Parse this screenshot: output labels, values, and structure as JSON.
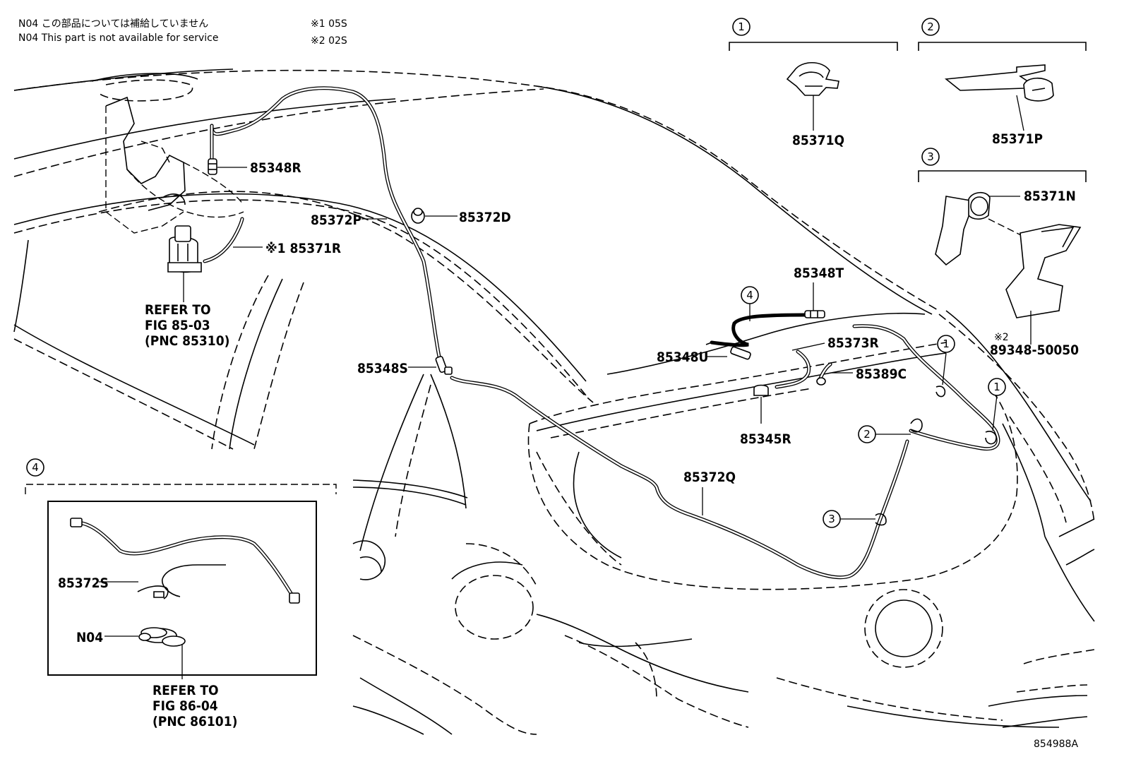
{
  "notes": {
    "n04_jp": "N04  この部品については補給していません",
    "n04_en": "N04  This part is not available for service",
    "mark1": "※1 05S",
    "mark2": "※2 02S"
  },
  "labels": {
    "p85348R": "85348R",
    "p85372P": "85372P",
    "p85372D": "85372D",
    "p85371R": "※1 85371R",
    "refer1_a": "REFER TO",
    "refer1_b": "FIG 85-03",
    "refer1_c": "(PNC 85310)",
    "p85348S": "85348S",
    "p85348T": "85348T",
    "p85348U": "85348U",
    "p85373R": "85373R",
    "p85389C": "85389C",
    "p85345R": "85345R",
    "p85372Q": "85372Q",
    "p85371Q": "85371Q",
    "p85371P": "85371P",
    "p85371N": "85371N",
    "mark2_label": "※2",
    "p89348": "89348-50050",
    "p85372S": "85372S",
    "pN04": "N04",
    "refer2_a": "REFER TO",
    "refer2_b": "FIG 86-04",
    "refer2_c": "(PNC 86101)",
    "figure_id": "854988A"
  },
  "callouts": {
    "c1": "1",
    "c2": "2",
    "c3": "3",
    "c4": "4"
  }
}
